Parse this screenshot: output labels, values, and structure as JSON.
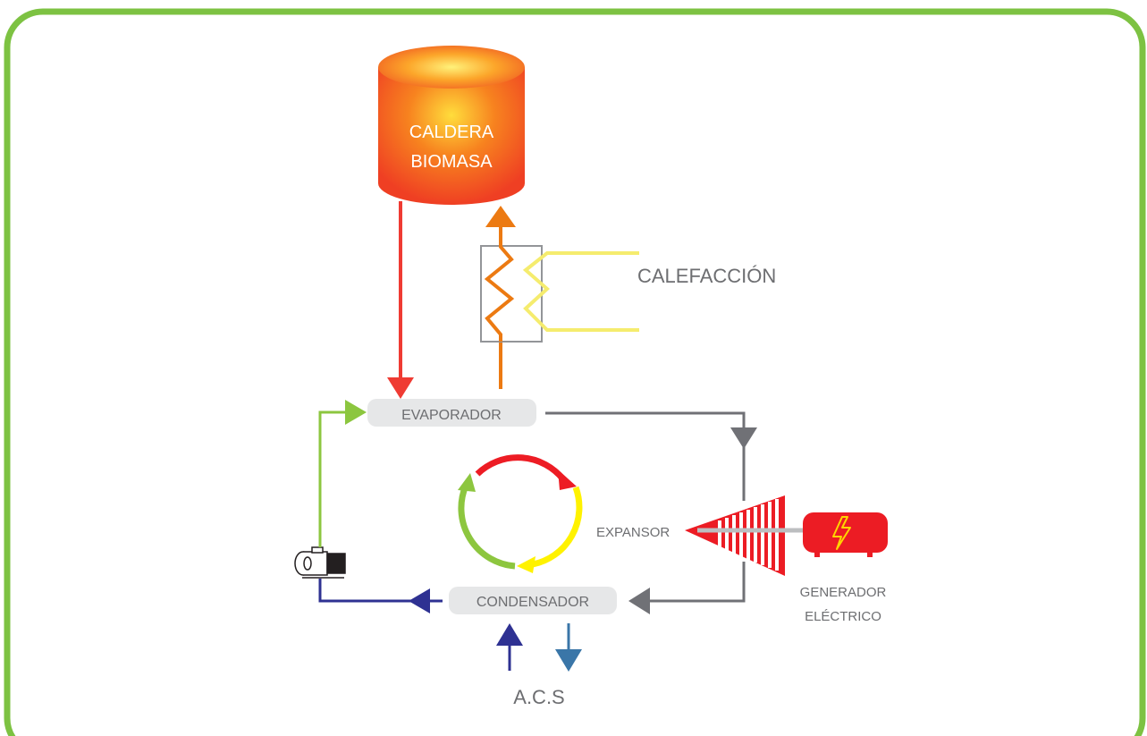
{
  "colors": {
    "frame": "#7dc242",
    "boiler_hot": "#f0421c",
    "boiler_glow": "#ffcc33",
    "flow_red": "#ef3b33",
    "flow_orange": "#ec7a12",
    "heating_yellow": "#f5ec6e",
    "flow_grey": "#707176",
    "flow_green": "#8cc63f",
    "flow_navy": "#2e3192",
    "flow_blue": "#3a76a8",
    "cycle_red": "#ed1c24",
    "cycle_yellow": "#fff200",
    "cycle_green": "#8dc63f",
    "generator_red": "#ec1c24",
    "pill_fill": "#e6e7e8"
  },
  "labels": {
    "boiler_line1": "CALDERA",
    "boiler_line2": "BIOMASA",
    "heating": "CALEFACCIÓN",
    "evaporator": "EVAPORADOR",
    "condenser": "CONDENSADOR",
    "expander": "EXPANSOR",
    "generator_line1": "GENERADOR",
    "generator_line2": "ELÉCTRICO",
    "hot_water": "A.C.S"
  },
  "icons": {
    "pump": "pump-icon",
    "lightning": "lightning-bolt-icon",
    "expander": "turbine-expander-icon",
    "generator": "electric-generator-icon",
    "heat_exchanger": "heat-exchanger-icon",
    "cycle": "cycle-arrows-icon"
  }
}
